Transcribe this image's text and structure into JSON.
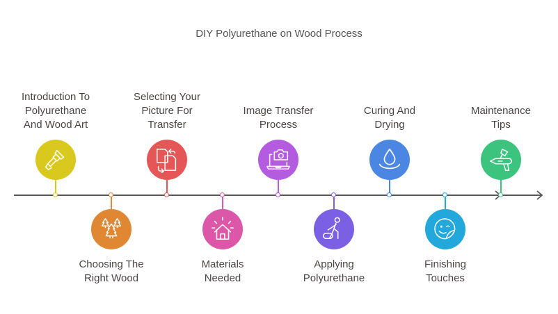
{
  "title": "DIY Polyurethane on Wood Process",
  "axis": {
    "color": "#555555"
  },
  "steps": [
    {
      "label_lines": [
        "Introduction To",
        "Polyurethane",
        "And Wood Art"
      ],
      "icon": "polyurethane-applicator-icon",
      "color": "#D9C81E",
      "position": "above"
    },
    {
      "label_lines": [
        "Choosing The",
        "Right Wood"
      ],
      "icon": "trees-icon",
      "color": "#E08733",
      "position": "below"
    },
    {
      "label_lines": [
        "Selecting Your",
        "Picture For",
        "Transfer"
      ],
      "icon": "swap-documents-icon",
      "color": "#E55757",
      "position": "above"
    },
    {
      "label_lines": [
        "Materials",
        "Needed"
      ],
      "icon": "house-icon",
      "color": "#DC57A8",
      "position": "below"
    },
    {
      "label_lines": [
        "Image Transfer",
        "Process"
      ],
      "icon": "laptop-camera-icon",
      "color": "#B45CE0",
      "position": "above"
    },
    {
      "label_lines": [
        "Applying",
        "Polyurethane"
      ],
      "icon": "person-mopping-icon",
      "color": "#7B60E3",
      "position": "below"
    },
    {
      "label_lines": [
        "Curing And",
        "Drying"
      ],
      "icon": "water-drop-icon",
      "color": "#4B86E3",
      "position": "above"
    },
    {
      "label_lines": [
        "Finishing",
        "Touches"
      ],
      "icon": "smiley-sticker-icon",
      "color": "#22A8DB",
      "position": "below"
    },
    {
      "label_lines": [
        "Maintenance",
        "Tips"
      ],
      "icon": "spray-gun-icon",
      "color": "#3CC47F",
      "position": "above"
    }
  ]
}
